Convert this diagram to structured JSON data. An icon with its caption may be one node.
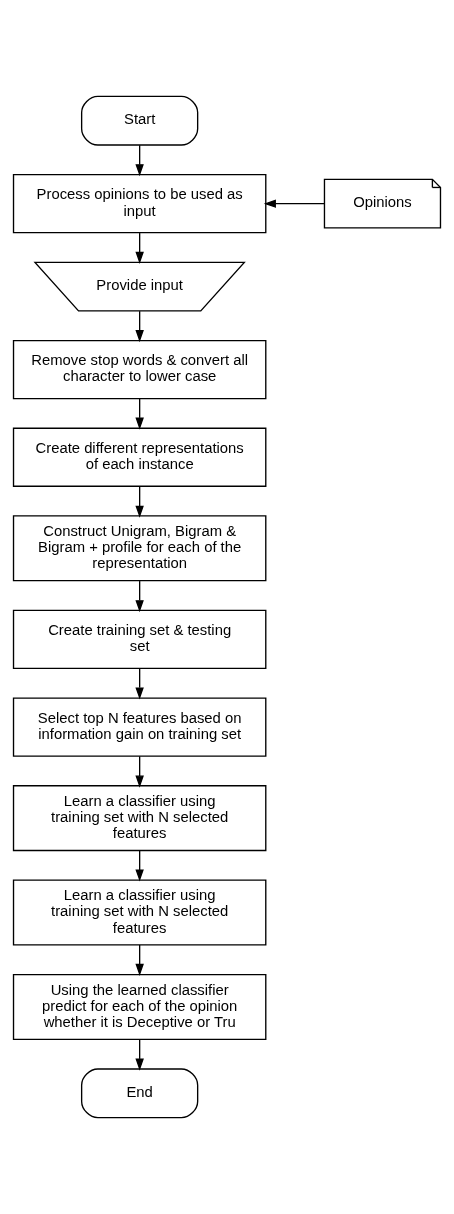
{
  "diagram": {
    "nodes": [
      {
        "text": [
          "Start"
        ]
      },
      {
        "text": [
          "Process opinions to be used as input"
        ]
      },
      {
        "text": [
          "Opinions"
        ]
      },
      {
        "text": [
          "Provide input"
        ]
      },
      {
        "text": [
          "Remove stop words & convert all character to lower case"
        ]
      },
      {
        "text": [
          "Create different representations of each instance"
        ]
      },
      {
        "text": [
          "Construct Unigram, Bigram & Bigram + profile for each of the representation"
        ]
      },
      {
        "text": [
          "Create training set & testing set"
        ]
      },
      {
        "text": [
          "Select top N features based on information gain on training set"
        ]
      },
      {
        "text": [
          "Learn a classifier using training set with N selected features"
        ]
      },
      {
        "text": [
          "Learn a classifier using training set with N selected features"
        ]
      },
      {
        "text": [
          "Using the learned classifier predict for each of the opinion whether it is Deceptive or Tru"
        ]
      },
      {
        "text": [
          "End"
        ]
      }
    ],
    "edges": [
      {
        "from": 0,
        "to": 1,
        "arrow": "to"
      },
      {
        "from": 2,
        "to": 1,
        "arrow": "to"
      },
      {
        "from": 1,
        "to": 3,
        "arrow": "to"
      },
      {
        "from": 3,
        "to": 4,
        "arrow": "to"
      },
      {
        "from": 4,
        "to": 5,
        "arrow": "to"
      },
      {
        "from": 5,
        "to": 6,
        "arrow": "to"
      },
      {
        "from": 6,
        "to": 7,
        "arrow": "to"
      },
      {
        "from": 7,
        "to": 8,
        "arrow": "to"
      },
      {
        "from": 8,
        "to": 9,
        "arrow": "to"
      },
      {
        "from": 9,
        "to": 10,
        "arrow": "to"
      },
      {
        "from": 10,
        "to": 11,
        "arrow": "to"
      },
      {
        "from": 11,
        "to": 12,
        "arrow": "to"
      }
    ]
  }
}
